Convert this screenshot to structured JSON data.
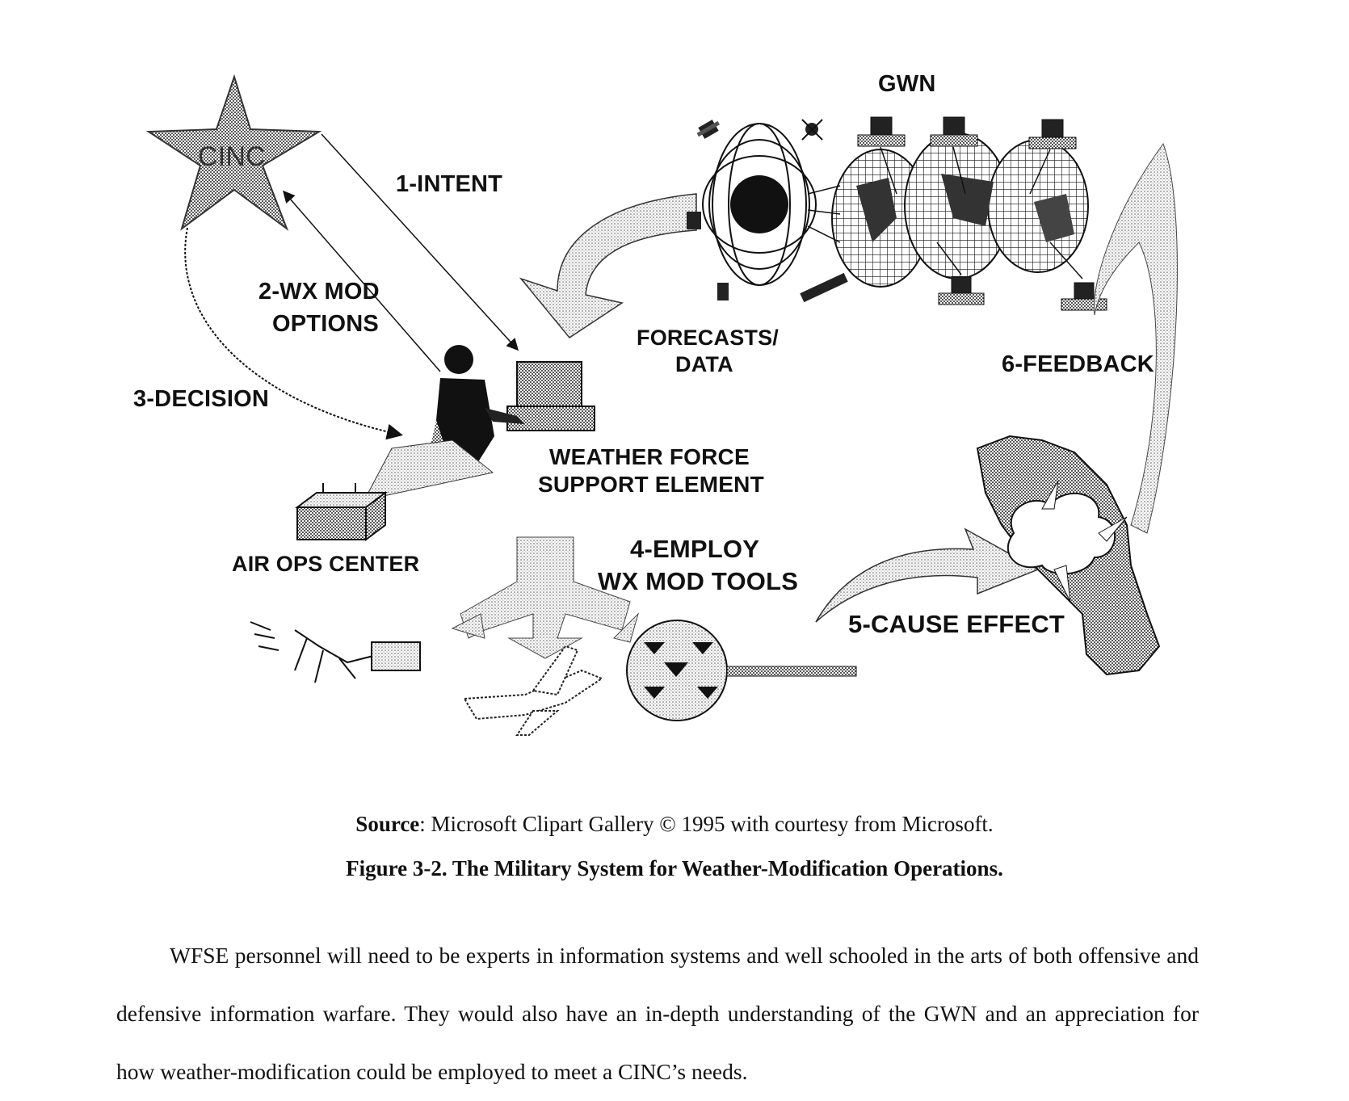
{
  "figure": {
    "labels": {
      "cinc": "CINC",
      "intent": "1-INTENT",
      "wx_mod_options_line1": "2-WX MOD",
      "wx_mod_options_line2": "OPTIONS",
      "decision": "3-DECISION",
      "gwn": "GWN",
      "forecasts_line1": "FORECASTS/",
      "forecasts_line2": "DATA",
      "feedback": "6-FEEDBACK",
      "wfse_line1": "WEATHER FORCE",
      "wfse_line2": "SUPPORT ELEMENT",
      "air_ops_center": "AIR OPS CENTER",
      "employ_line1": "4-EMPLOY",
      "employ_line2": "WX MOD TOOLS",
      "cause_effect": "5-CAUSE EFFECT"
    },
    "icons": [
      "star-icon",
      "globe-icon",
      "satellite-icon",
      "computer-terminal-icon",
      "person-at-computer-icon",
      "building-icon",
      "ground-generator-icon",
      "aircraft-icon",
      "cloud-seeding-icon",
      "storm-cloud-icon",
      "arrow-icon"
    ]
  },
  "caption": {
    "source_label": "Source",
    "source_text": ": Microsoft Clipart Gallery © 1995 with courtesy from Microsoft.",
    "figure_title": "Figure 3-2.  The Military System for Weather-Modification Operations."
  },
  "body": {
    "paragraph": "WFSE personnel will need to be experts in information systems and well schooled in the arts of both offensive and defensive information warfare.  They would also have an in-depth understanding of the GWN and an appreciation for how weather-modification could be employed to meet a CINC’s needs."
  }
}
